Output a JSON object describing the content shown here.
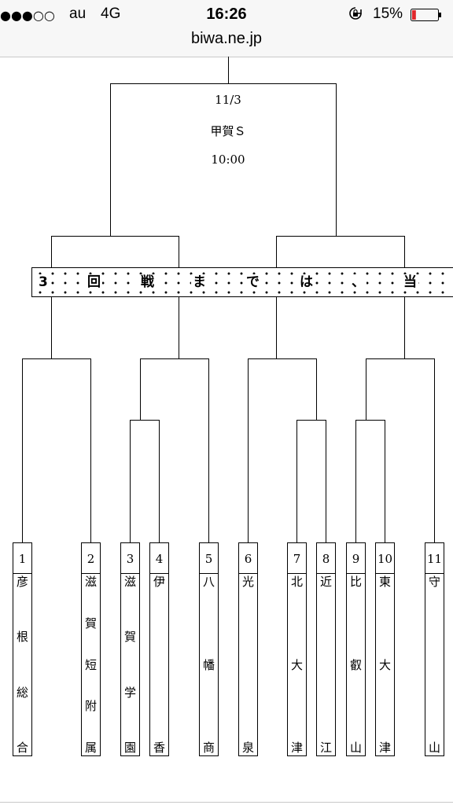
{
  "status_bar": {
    "signal": "●●●○○",
    "carrier": "au",
    "network": "4G",
    "time": "16:26",
    "battery_percent": "15%",
    "battery_level": 0.15,
    "battery_color": "#e0262b"
  },
  "browser": {
    "url": "biwa.ne.jp"
  },
  "final_match": {
    "date": "11/3",
    "venue": "甲賀Ｓ",
    "time": "10:00"
  },
  "banner": {
    "chars": [
      "3",
      "回",
      "戦",
      "ま",
      "で",
      "は",
      "、",
      "当"
    ]
  },
  "teams": [
    {
      "number": "1",
      "chars": [
        "彦",
        "根",
        "総",
        "合"
      ]
    },
    {
      "number": "2",
      "chars": [
        "滋",
        "賀",
        "短",
        "附",
        "属"
      ]
    },
    {
      "number": "3",
      "chars": [
        "滋",
        "賀",
        "学",
        "園"
      ]
    },
    {
      "number": "4",
      "chars": [
        "伊",
        "香"
      ]
    },
    {
      "number": "5",
      "chars": [
        "八",
        "幡",
        "商"
      ]
    },
    {
      "number": "6",
      "chars": [
        "光",
        "泉"
      ]
    },
    {
      "number": "7",
      "chars": [
        "北",
        "大",
        "津"
      ]
    },
    {
      "number": "8",
      "chars": [
        "近",
        "江"
      ]
    },
    {
      "number": "9",
      "chars": [
        "比",
        "叡",
        "山"
      ]
    },
    {
      "number": "10",
      "chars": [
        "東",
        "大",
        "津"
      ]
    },
    {
      "number": "11",
      "chars": [
        "守",
        "山"
      ]
    }
  ]
}
